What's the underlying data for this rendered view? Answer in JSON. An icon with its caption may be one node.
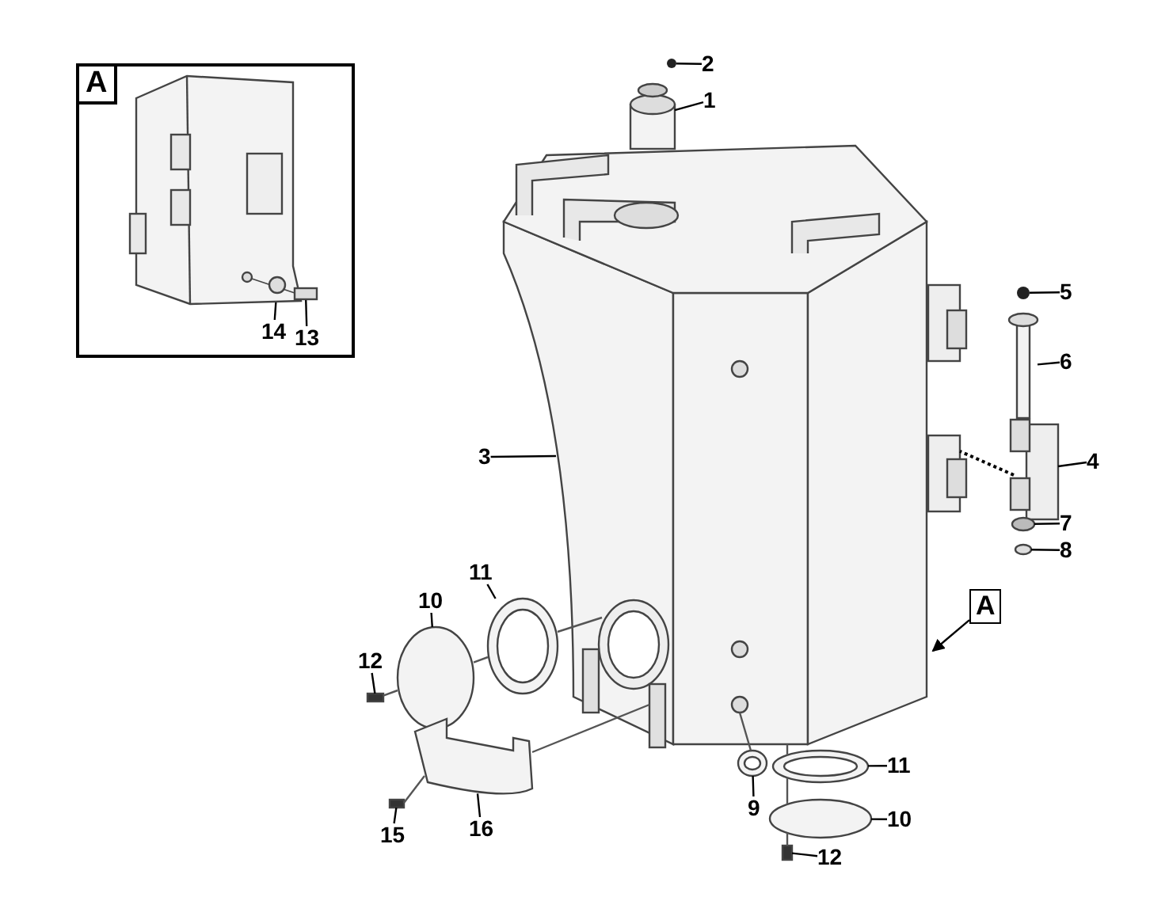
{
  "diagram": {
    "nodes": [
      {
        "text": [],
        "shape": "box"
      },
      {
        "text": [
          "A"
        ],
        "in": 0
      },
      {
        "text": [
          "14"
        ],
        "in": 0
      },
      {
        "text": [
          "13"
        ],
        "in": 0
      },
      {
        "text": [
          "2"
        ]
      },
      {
        "text": [
          "1"
        ]
      },
      {
        "text": [
          "5"
        ]
      },
      {
        "text": [
          "6"
        ]
      },
      {
        "text": [
          "3"
        ]
      },
      {
        "text": [
          "4"
        ]
      },
      {
        "text": [
          "7"
        ]
      },
      {
        "text": [
          "8"
        ]
      },
      {
        "text": [
          "A"
        ]
      },
      {
        "text": [
          "11"
        ]
      },
      {
        "text": [
          "10"
        ]
      },
      {
        "text": [
          "12"
        ]
      },
      {
        "text": [
          "9"
        ]
      },
      {
        "text": [
          "11"
        ]
      },
      {
        "text": [
          "10"
        ]
      },
      {
        "text": [
          "15"
        ]
      },
      {
        "text": [
          "16"
        ]
      },
      {
        "text": [
          "12"
        ]
      },
      {
        "text": [],
        "shape": "circle",
        "in": 0
      },
      {
        "text": [],
        "shape": "box",
        "in": 0
      },
      {
        "text": [],
        "shape": "circle"
      },
      {
        "text": [],
        "shape": "cylinder"
      },
      {
        "text": [],
        "shape": "circle"
      },
      {
        "text": [],
        "shape": "box"
      },
      {
        "text": [],
        "shape": "picture"
      },
      {
        "text": [],
        "shape": "box"
      },
      {
        "text": [],
        "shape": "circle"
      },
      {
        "text": [],
        "shape": "circle"
      },
      {
        "text": [],
        "shape": "circle"
      },
      {
        "text": [],
        "shape": "circle"
      },
      {
        "text": [],
        "shape": "box"
      },
      {
        "text": [],
        "shape": "circle"
      },
      {
        "text": [],
        "shape": "circle"
      },
      {
        "text": [],
        "shape": "circle"
      },
      {
        "text": [],
        "shape": "box"
      },
      {
        "text": [],
        "shape": "picture"
      },
      {
        "text": [],
        "shape": "box"
      }
    ],
    "edges": [
      {
        "from": 2,
        "to": 22,
        "arrow": "none"
      },
      {
        "from": 3,
        "to": 23,
        "arrow": "none"
      },
      {
        "from": 4,
        "to": 24,
        "arrow": "none"
      },
      {
        "from": 5,
        "to": 25,
        "arrow": "none"
      },
      {
        "from": 6,
        "to": 26,
        "arrow": "none"
      },
      {
        "from": 7,
        "to": 27,
        "arrow": "none"
      },
      {
        "from": 8,
        "to": 28,
        "arrow": "none"
      },
      {
        "from": 9,
        "to": 29,
        "arrow": "none"
      },
      {
        "from": 10,
        "to": 30,
        "arrow": "none"
      },
      {
        "from": 11,
        "to": 31,
        "arrow": "none"
      },
      {
        "from": 12,
        "to": 28,
        "arrow": "to"
      },
      {
        "from": 13,
        "to": 32,
        "arrow": "none"
      },
      {
        "from": 14,
        "to": 33,
        "arrow": "none"
      },
      {
        "from": 15,
        "to": 34,
        "arrow": "none"
      },
      {
        "from": 16,
        "to": 35,
        "arrow": "none"
      },
      {
        "from": 17,
        "to": 36,
        "arrow": "none"
      },
      {
        "from": 18,
        "to": 37,
        "arrow": "none"
      },
      {
        "from": 19,
        "to": 38,
        "arrow": "none"
      },
      {
        "from": 20,
        "to": 39,
        "arrow": "none"
      },
      {
        "from": 21,
        "to": 40,
        "arrow": "none"
      },
      {
        "from": 34,
        "to": 33,
        "arrow": "none",
        "color": "#555555"
      },
      {
        "from": 33,
        "to": 32,
        "arrow": "none",
        "color": "#555555"
      },
      {
        "from": 32,
        "to": 28,
        "arrow": "none",
        "color": "#555555"
      },
      {
        "from": 38,
        "to": 39,
        "arrow": "none",
        "color": "#555555"
      },
      {
        "from": 39,
        "to": 28,
        "arrow": "none",
        "color": "#555555"
      },
      {
        "from": 40,
        "to": 37,
        "arrow": "none",
        "color": "#555555"
      },
      {
        "from": 37,
        "to": 36,
        "arrow": "none",
        "color": "#555555"
      },
      {
        "from": 36,
        "to": 28,
        "arrow": "none",
        "color": "#555555"
      },
      {
        "from": 35,
        "to": 28,
        "arrow": "none",
        "color": "#555555"
      },
      {
        "from": 29,
        "to": 28,
        "arrow": "none",
        "style": "dashed"
      }
    ]
  }
}
